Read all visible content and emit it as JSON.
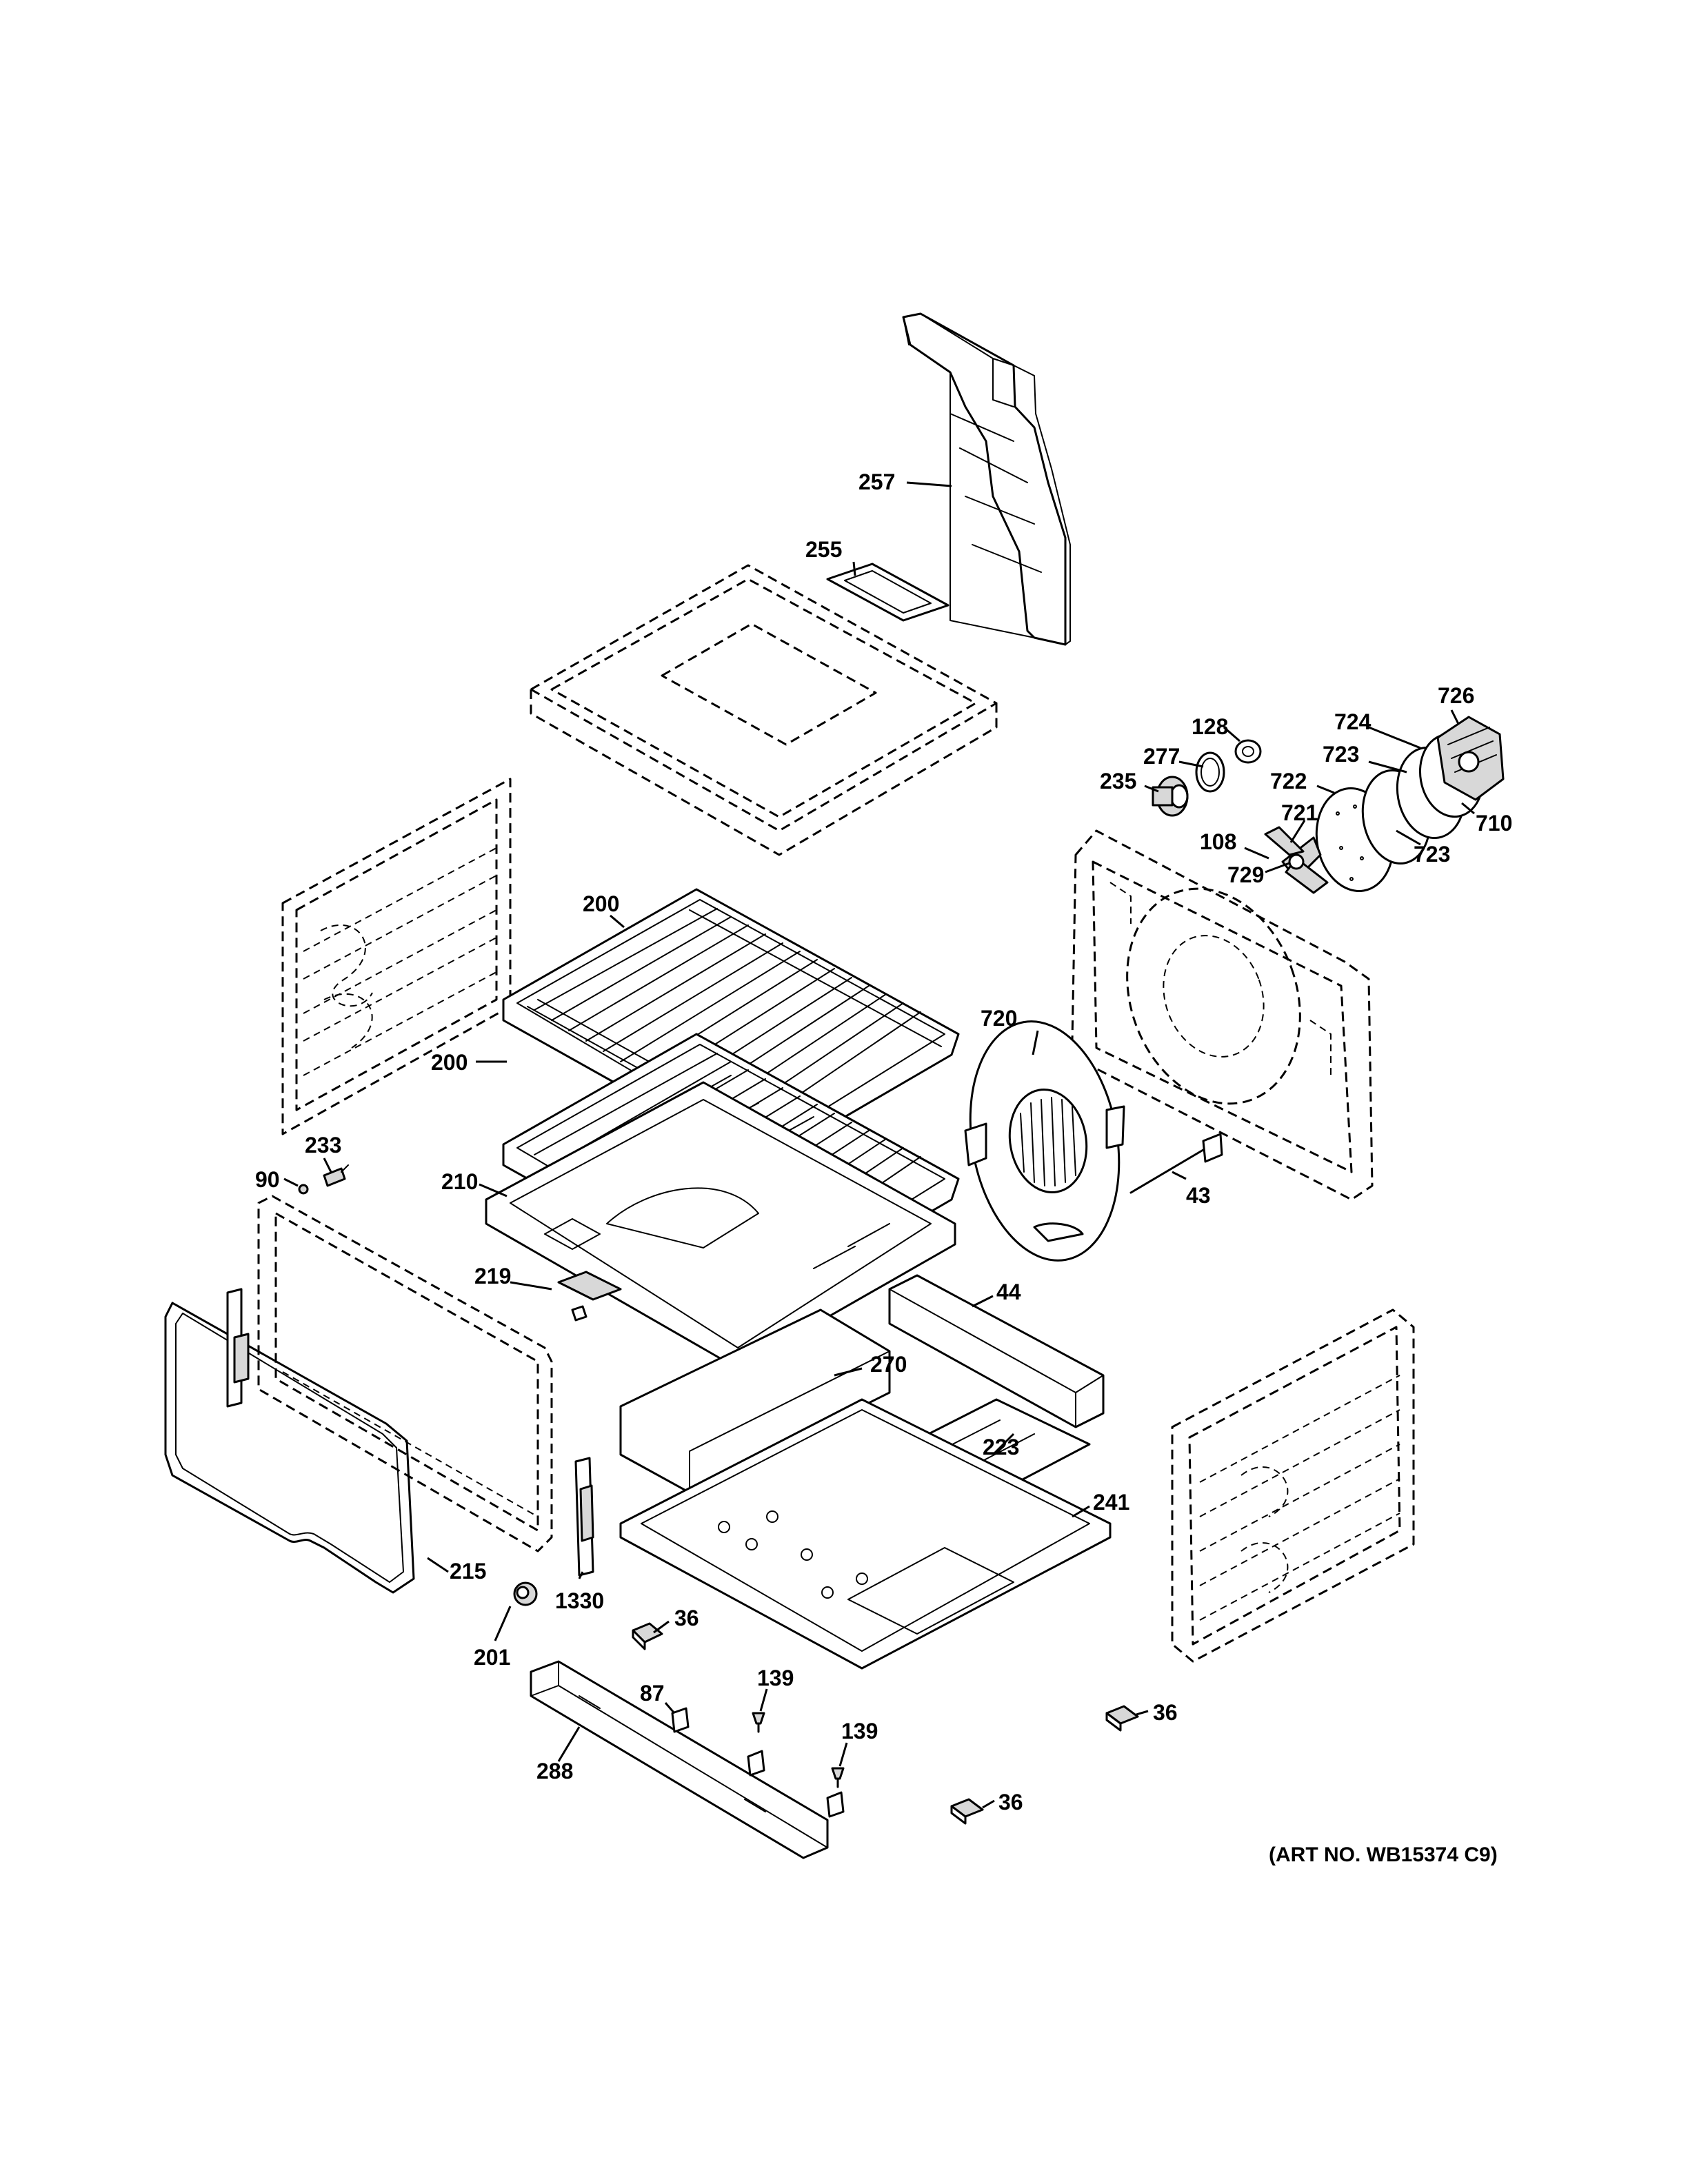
{
  "diagram": {
    "art_number": "(ART NO. WB15374 C9)",
    "callouts": [
      {
        "id": "c257",
        "label": "257"
      },
      {
        "id": "c255",
        "label": "255"
      },
      {
        "id": "c726",
        "label": "726"
      },
      {
        "id": "c724",
        "label": "724"
      },
      {
        "id": "c128",
        "label": "128"
      },
      {
        "id": "c723a",
        "label": "723"
      },
      {
        "id": "c277",
        "label": "277"
      },
      {
        "id": "c722",
        "label": "722"
      },
      {
        "id": "c235",
        "label": "235"
      },
      {
        "id": "c710",
        "label": "710"
      },
      {
        "id": "c721",
        "label": "721"
      },
      {
        "id": "c108",
        "label": "108"
      },
      {
        "id": "c723b",
        "label": "723"
      },
      {
        "id": "c729",
        "label": "729"
      },
      {
        "id": "c200a",
        "label": "200"
      },
      {
        "id": "c720",
        "label": "720"
      },
      {
        "id": "c200b",
        "label": "200"
      },
      {
        "id": "c233",
        "label": "233"
      },
      {
        "id": "c90",
        "label": "90"
      },
      {
        "id": "c210",
        "label": "210"
      },
      {
        "id": "c43",
        "label": "43"
      },
      {
        "id": "c219",
        "label": "219"
      },
      {
        "id": "c44",
        "label": "44"
      },
      {
        "id": "c270",
        "label": "270"
      },
      {
        "id": "c223",
        "label": "223"
      },
      {
        "id": "c241",
        "label": "241"
      },
      {
        "id": "c215",
        "label": "215"
      },
      {
        "id": "c1330",
        "label": "1330"
      },
      {
        "id": "c36a",
        "label": "36"
      },
      {
        "id": "c201",
        "label": "201"
      },
      {
        "id": "c139a",
        "label": "139"
      },
      {
        "id": "c87",
        "label": "87"
      },
      {
        "id": "c139b",
        "label": "139"
      },
      {
        "id": "c36b",
        "label": "36"
      },
      {
        "id": "c288",
        "label": "288"
      },
      {
        "id": "c36c",
        "label": "36"
      }
    ]
  }
}
